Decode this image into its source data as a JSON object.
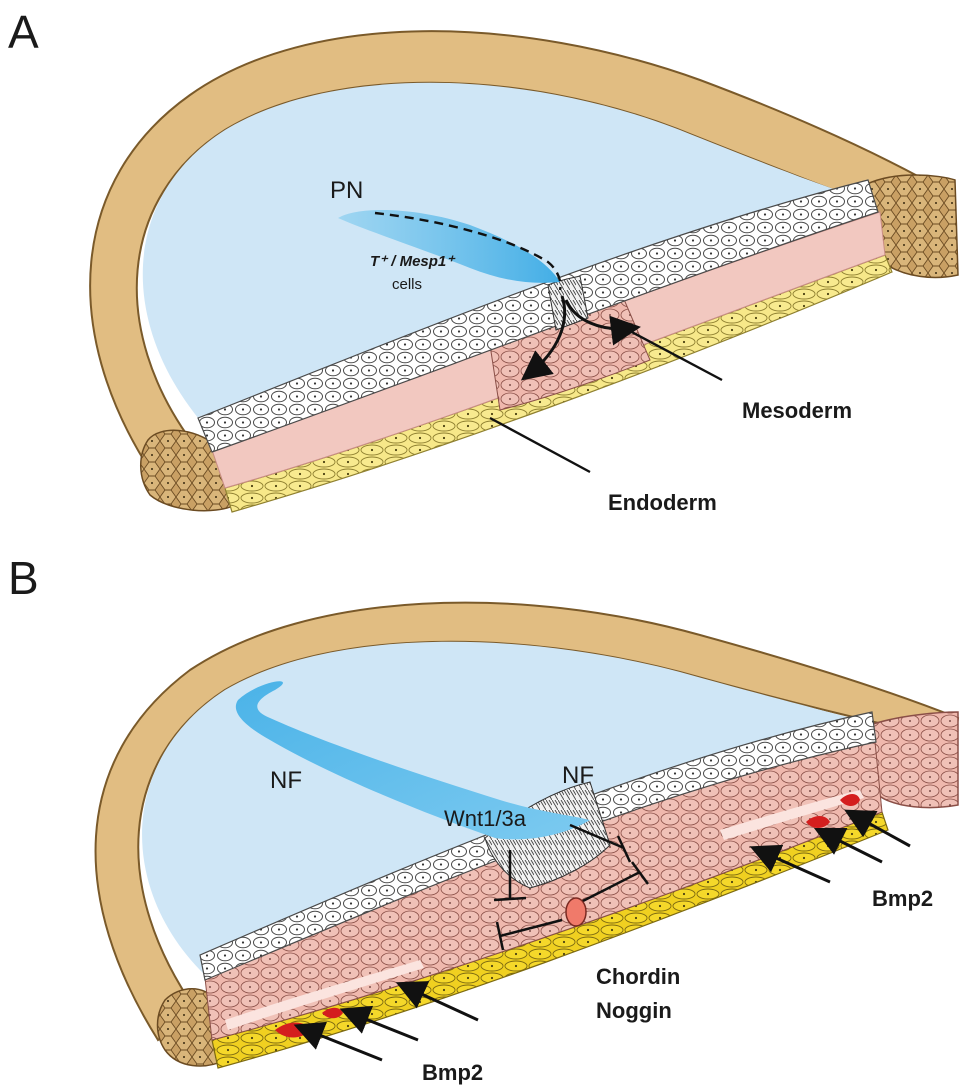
{
  "panel_a": {
    "letter": "A",
    "labels": {
      "pn": "PN",
      "marker_genes": "T⁺ / Mesp1⁺",
      "cells": "cells",
      "mesoderm": "Mesoderm",
      "endoderm": "Endoderm"
    }
  },
  "panel_b": {
    "letter": "B",
    "labels": {
      "nf_left": "NF",
      "nf_node": "NF",
      "wnt": "Wnt1/3a",
      "bmp2_right": "Bmp2",
      "chordin": "Chordin",
      "noggin": "Noggin",
      "bmp2_bottom": "Bmp2"
    }
  },
  "colors": {
    "trophoblast": "#e1bd82",
    "cavity": "#cfe6f6",
    "ectoderm": "#ffffff",
    "mesoderm": "#f2c8c0",
    "endoderm": "#f7e889",
    "endoderm_b": "#f3d62a",
    "signal": "#d41e1e"
  }
}
